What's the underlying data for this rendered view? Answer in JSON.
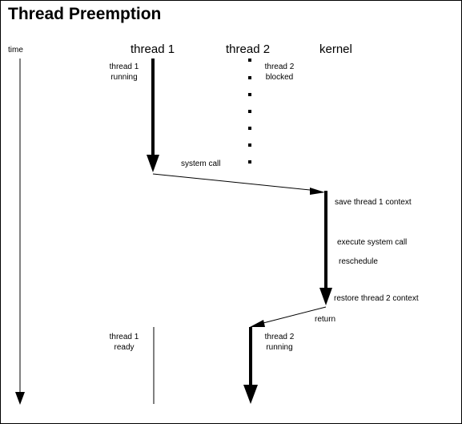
{
  "title": "Thread Preemption",
  "axis": {
    "time_label": "time"
  },
  "columns": {
    "thread1": "thread 1",
    "thread2": "thread 2",
    "kernel": "kernel"
  },
  "annotations": {
    "t1_running": [
      "thread 1",
      "running"
    ],
    "t2_blocked": [
      "thread 2",
      "blocked"
    ],
    "system_call": "system call",
    "save_context": "save thread 1 context",
    "execute_syscall": "execute system call",
    "reschedule": "reschedule",
    "restore_context": "restore thread 2 context",
    "return": "return",
    "t1_ready": [
      "thread 1",
      "ready"
    ],
    "t2_running": [
      "thread 2",
      "running"
    ]
  },
  "colors": {
    "ink": "#000000",
    "background": "#ffffff"
  }
}
